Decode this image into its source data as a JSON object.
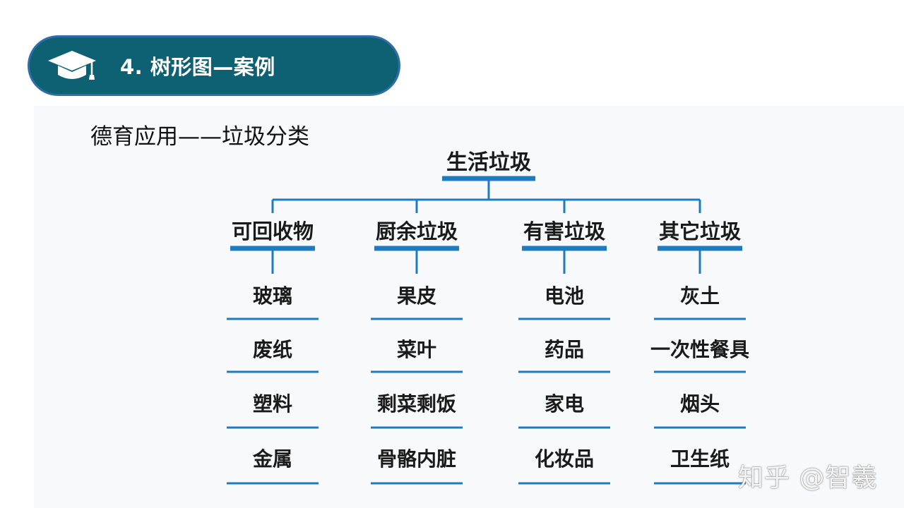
{
  "header": {
    "title": "4. 树形图—案例",
    "icon": "graduation-cap-icon",
    "colors": {
      "pill": "#0d6173",
      "pill_border": "#2f6fa8",
      "text": "#ffffff"
    }
  },
  "subtitle": "德育应用——垃圾分类",
  "tree": {
    "root": "生活垃圾",
    "line_color": "#1f7bc0",
    "categories": [
      {
        "label": "可回收物",
        "items": [
          "玻璃",
          "废纸",
          "塑料",
          "金属"
        ]
      },
      {
        "label": "厨余垃圾",
        "items": [
          "果皮",
          "菜叶",
          "剩菜剩饭",
          "骨骼内脏"
        ]
      },
      {
        "label": "有害垃圾",
        "items": [
          "电池",
          "药品",
          "家电",
          "化妆品"
        ]
      },
      {
        "label": "其它垃圾",
        "items": [
          "灰土",
          "一次性餐具",
          "烟头",
          "卫生纸"
        ]
      }
    ]
  },
  "watermark": "知乎 @智羲"
}
